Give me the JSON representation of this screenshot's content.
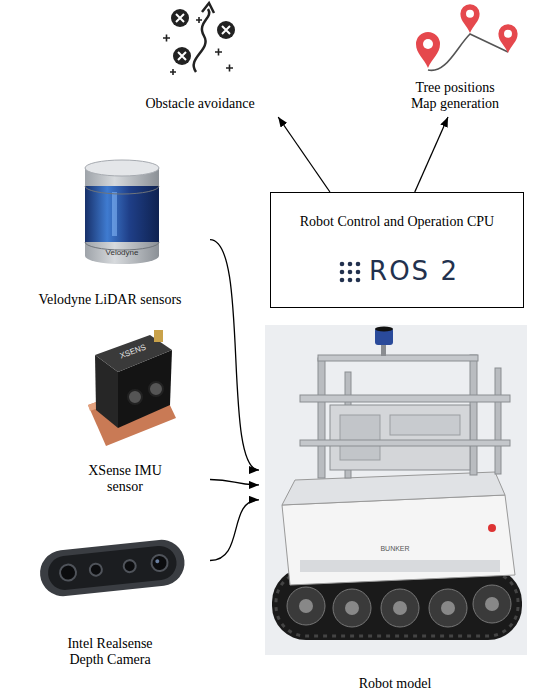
{
  "diagram": {
    "nodes": [
      {
        "text": [
          "Obstacle avoidance"
        ]
      },
      {
        "text": [
          "Tree positions Map generation"
        ]
      },
      {
        "text": [
          "Robot Control and Operation CPU",
          "ROS 2"
        ]
      },
      {
        "text": [
          "Velodyne LiDAR sensors"
        ]
      },
      {
        "text": [
          "XSense IMU sensor"
        ]
      },
      {
        "text": [
          "Intel Realsense Depth Camera"
        ]
      },
      {
        "text": [
          "Robot model"
        ]
      }
    ],
    "edges": [
      {
        "from": 2,
        "to": 0,
        "arrow": "to"
      },
      {
        "from": 2,
        "to": 1,
        "arrow": "to"
      },
      {
        "from": 3,
        "to": 6,
        "arrow": "to"
      },
      {
        "from": 4,
        "to": 6,
        "arrow": "to"
      },
      {
        "from": 5,
        "to": 6,
        "arrow": "to"
      }
    ],
    "labels": [
      "Velodyne",
      "XSENS",
      "BUNKER"
    ]
  }
}
